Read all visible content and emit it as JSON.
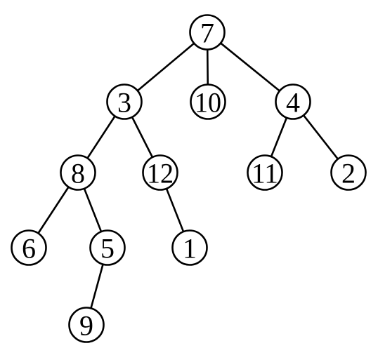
{
  "tree": {
    "nodes": [
      {
        "id": "n7",
        "label": "7"
      },
      {
        "id": "n3",
        "label": "3"
      },
      {
        "id": "n10",
        "label": "10"
      },
      {
        "id": "n4",
        "label": "4"
      },
      {
        "id": "n8",
        "label": "8"
      },
      {
        "id": "n12",
        "label": "12"
      },
      {
        "id": "n11",
        "label": "11"
      },
      {
        "id": "n2",
        "label": "2"
      },
      {
        "id": "n6",
        "label": "6"
      },
      {
        "id": "n5",
        "label": "5"
      },
      {
        "id": "n1",
        "label": "1"
      },
      {
        "id": "n9",
        "label": "9"
      }
    ],
    "edges": [
      {
        "from": "n7",
        "to": "n3"
      },
      {
        "from": "n7",
        "to": "n10"
      },
      {
        "from": "n7",
        "to": "n4"
      },
      {
        "from": "n3",
        "to": "n8"
      },
      {
        "from": "n3",
        "to": "n12"
      },
      {
        "from": "n4",
        "to": "n11"
      },
      {
        "from": "n4",
        "to": "n2"
      },
      {
        "from": "n8",
        "to": "n6"
      },
      {
        "from": "n8",
        "to": "n5"
      },
      {
        "from": "n12",
        "to": "n1"
      },
      {
        "from": "n5",
        "to": "n9"
      }
    ]
  }
}
